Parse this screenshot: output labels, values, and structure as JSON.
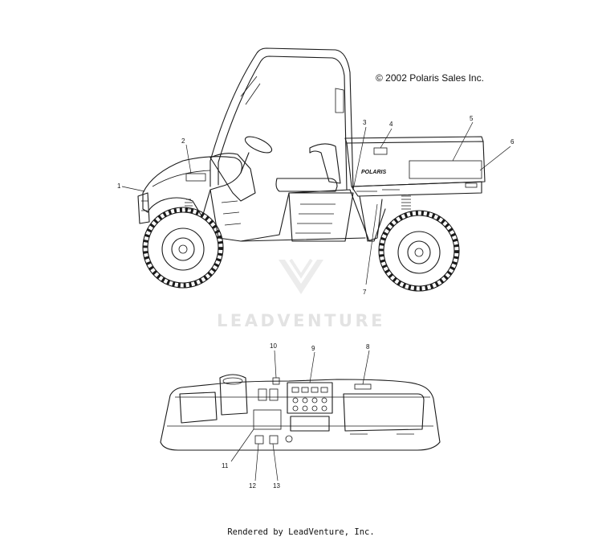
{
  "copyright": "© 2002 Polaris Sales Inc.",
  "footer": "Rendered by LeadVenture, Inc.",
  "watermark": "LEADVENTURE",
  "bed_decal_text": "POLARIS",
  "callouts": {
    "c1": "1",
    "c2": "2",
    "c3": "3",
    "c4": "4",
    "c5": "5",
    "c6": "6",
    "c7": "7",
    "c8": "8",
    "c9": "9",
    "c10": "10",
    "c11": "11",
    "c12": "12",
    "c13": "13"
  },
  "colors": {
    "line": "#1a1a1a",
    "watermark": "#e3e3e3",
    "background": "#ffffff"
  }
}
